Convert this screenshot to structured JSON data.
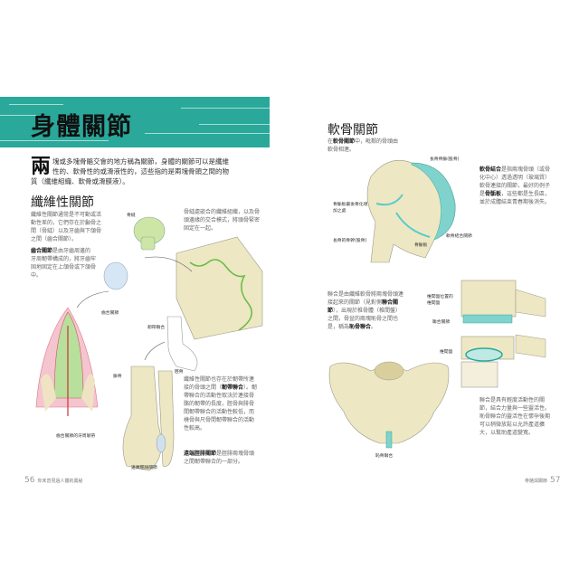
{
  "left_page": {
    "title": "身體關節",
    "intro_dropcap": "兩",
    "intro": "塊或多塊骨骼交會的地方稱為關節，身體的關節可以是纖維性的、軟骨性的或滑液性的，這些指的是兩塊骨頭之間的物質（纖維組織、軟骨或滑膜液）。",
    "section_heading": "纖維性關節",
    "para1": "纖維性關節通常是不可動或活動性差的，它們存在於顱骨之間（骨縫）以及牙齒與下頜骨之間（齒合關節）。",
    "para2_bold": "齒合關節",
    "para2": "是由牙齒周邊的牙周韌帶構成的，將牙齒牢固地固定在上頜骨或下頜骨中。",
    "para3": "骨縫處嵌合的纖維組織，以及骨頭邊緣的交合模式，將頭骨緊密固定在一起。",
    "para4_a": "纖維性關節也存在於韌帶所連接的骨頭之間（",
    "para4_bold": "韌帶聯合",
    "para4_b": "）。韌帶聯合的活動性取決於連接骨骼的韌帶的長度，脛骨與腓骨間韌帶聯合的活動性較低，而橈骨與尺骨間韌帶聯合的活動性較高。",
    "para5_bold": "遠端脛腓關節",
    "para5": "是脛腓兩塊骨頭之間韌帶聯合的一部分。",
    "labels": {
      "suture": "骨縫",
      "gomphosis": "齒合關節",
      "periodontal": "齒合關節的牙周韌帶",
      "syndesmosis": "韌帶聯合",
      "fibula": "腓骨",
      "tibia": "脛骨",
      "distal_tibiofibular": "遠端脛腓關節"
    },
    "folio_number": "56",
    "folio_title": "你未曾見過人體的奧秘"
  },
  "right_page": {
    "section_heading": "軟骨關節",
    "para1_a": "在",
    "para1_bold": "軟骨關節",
    "para1_b": "中，毗鄰的骨頭由軟骨相連。",
    "para2_bold": "軟骨結合",
    "para2_a": "是指兩塊骨頭（或骨化中心）透過透明（玻璃質）軟骨連接的關節，最好的例子是",
    "para2_bold2": "骨骺板",
    "para2_b": "，這些都是生長區，並於成體結束青春期後消失。",
    "para3_a": "聯合是由纖維軟骨將兩塊骨頭連接起來的關節（見對側",
    "para3_bold": "聯合關節",
    "para3_b": "），出現於椎骨體（椎間盤）之間，骨盆的兩塊恥骨之間也是，稱為",
    "para3_bold2": "恥骨聯合",
    "para3_c": "。",
    "para4": "聯合是具有輕度活動性的關節，結合力量與一些靈活性。恥骨聯合的靈活性在懷孕後期可以稍微放鬆以允許產道擴大，以幫助產道變寬。",
    "labels": {
      "epiphysis": "長骨骨骺(股骨)",
      "growth_zone": "骨骺板最後骨化增加之處",
      "diaphysis": "長骨的骨幹(股骨)",
      "epiphyseal_line": "骨骺板",
      "synchondrosis": "軟骨結合關節",
      "disc_position": "椎間盤位置的椎間盤",
      "symphysis": "聯合關節",
      "disc": "椎間盤",
      "pubic_symphysis": "恥骨聯合"
    },
    "folio_title": "骨骼與關節",
    "folio_number": "57"
  },
  "colors": {
    "accent": "#2aa89a",
    "cartilage": "#7fd3cc",
    "bone": "#efe8c8"
  }
}
